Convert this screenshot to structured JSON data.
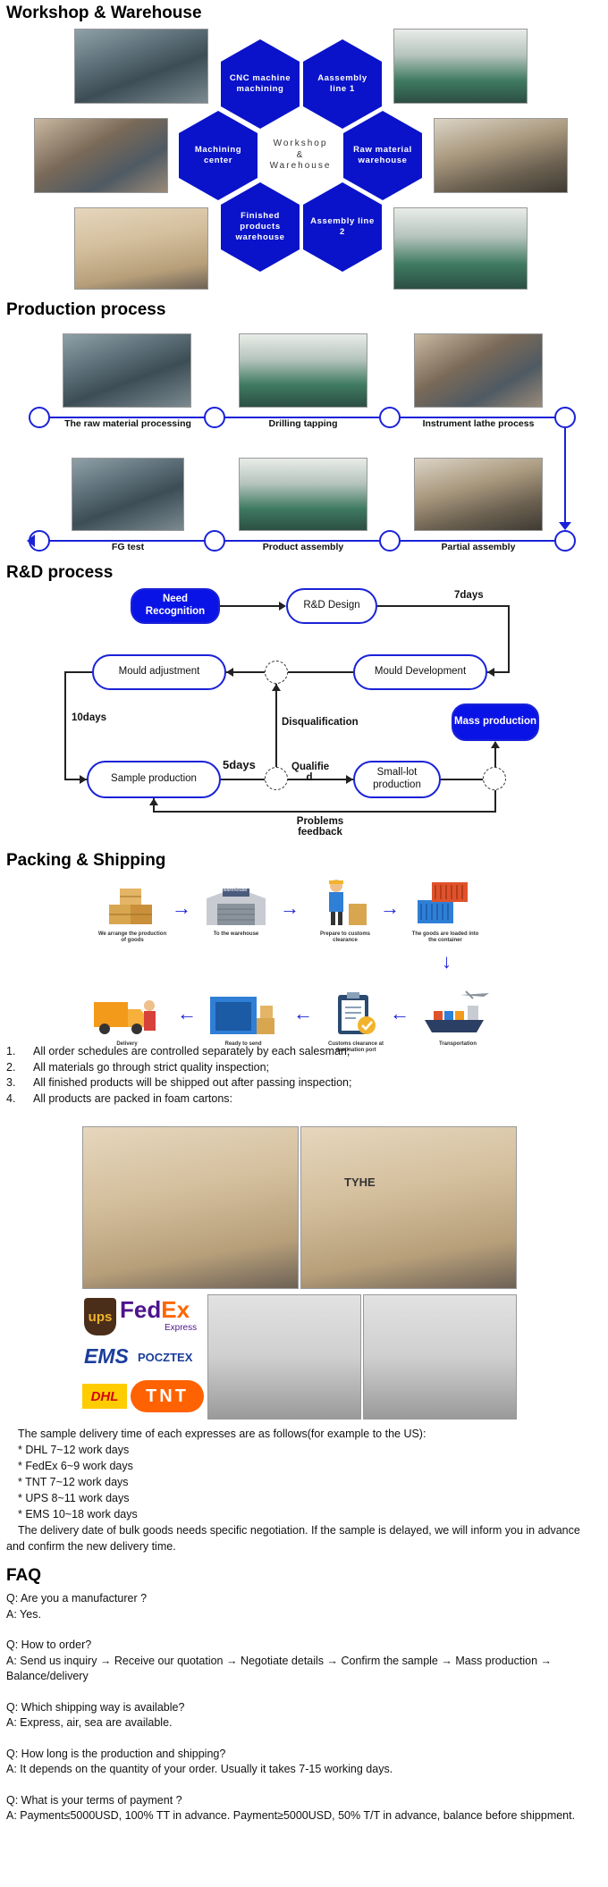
{
  "sections": {
    "workshop": "Workshop & Warehouse",
    "production": "Production process",
    "rd": "R&D process",
    "packing": "Packing & Shipping",
    "faq": "FAQ"
  },
  "workshop_hexes": {
    "cnc": "CNC machine machining",
    "assembly1": "Aassembly line 1",
    "machining": "Machining center",
    "center": "Workshop & Warehouse",
    "raw": "Raw material warehouse",
    "finished": "Finished products warehouse",
    "assembly2": "Assembly line 2"
  },
  "production_steps": {
    "raw": "The raw material processing",
    "drilling": "Drilling tapping",
    "lathe": "Instrument lathe process",
    "fg": "FG test",
    "assembly": "Product assembly",
    "partial": "Partial assembly"
  },
  "rd_flow": {
    "need": "Need Recognition",
    "design": "R&D Design",
    "days7": "7days",
    "mould_adj": "Mould adjustment",
    "mould_dev": "Mould Development",
    "days10": "10days",
    "disq": "Disqualification",
    "mass": "Mass production",
    "sample": "Sample production",
    "days5": "5days",
    "qualified": "Qualifie d",
    "smalllot": "Small-lot production",
    "feedback": "Problems feedback"
  },
  "shipping_steps": [
    {
      "icon": "boxes-icon",
      "label": "We arrange the production of goods"
    },
    {
      "icon": "warehouse-icon",
      "label": "To the warehouse",
      "badge": "warehouse"
    },
    {
      "icon": "worker-icon",
      "label": "Prepare to customs clearance"
    },
    {
      "icon": "container-icon",
      "label": "The goods are loaded into the container"
    },
    {
      "icon": "ship-icon",
      "label": "Transportation"
    },
    {
      "icon": "clipboard-icon",
      "label": "Customs clearance at destination port"
    },
    {
      "icon": "open-container-icon",
      "label": "Ready to send"
    },
    {
      "icon": "truck-icon",
      "label": "Delivery"
    }
  ],
  "notes": [
    {
      "n": "1.",
      "t": "All order schedules are controlled separately by each salesman;"
    },
    {
      "n": "2.",
      "t": "All materials go through strict quality inspection;"
    },
    {
      "n": "3.",
      "t": "All finished products will be shipped out after passing inspection;"
    },
    {
      "n": "4.",
      "t": "All products are packed in foam cartons:"
    }
  ],
  "box_label": "TYHE",
  "couriers": {
    "ups": "ups",
    "fedex1": "Fed",
    "fedex2": "Ex",
    "express": "Express",
    "ems": "EMS",
    "pocztex": "POCZTEX",
    "dhl": "DHL",
    "tnt": "TNT"
  },
  "delivery": {
    "intro": "The sample delivery time of each expresses are as follows(for example to the US):",
    "items": [
      "* DHL 7~12 work days",
      "* FedEx 6~9 work days",
      "* TNT 7~12 work days",
      "* UPS 8~11 work days",
      "* EMS 10~18 work days"
    ],
    "note": "The delivery date of bulk goods needs specific negotiation. If the sample is delayed, we will inform you in advance and confirm the new delivery time."
  },
  "faq": [
    {
      "q": "Q: Are you a manufacturer ?",
      "a": "A: Yes."
    },
    {
      "q": "Q: How to order?",
      "a": "A: Send us inquiry → Receive our quotation → Negotiate details → Confirm the sample → Mass production → Balance/delivery"
    },
    {
      "q": "Q: Which shipping way is available?",
      "a": "A: Express, air, sea are available."
    },
    {
      "q": "Q: How long is the production and shipping?",
      "a": "A: It depends on the quantity of your order. Usually it takes 7-15 working days."
    },
    {
      "q": "Q: What is your terms of payment ?",
      "a": "A: Payment≤5000USD, 100% TT in advance. Payment≥5000USD, 50% T/T in advance, balance before shippment."
    }
  ],
  "colors": {
    "accent": "#0a13c9",
    "line": "#1a22d8"
  }
}
